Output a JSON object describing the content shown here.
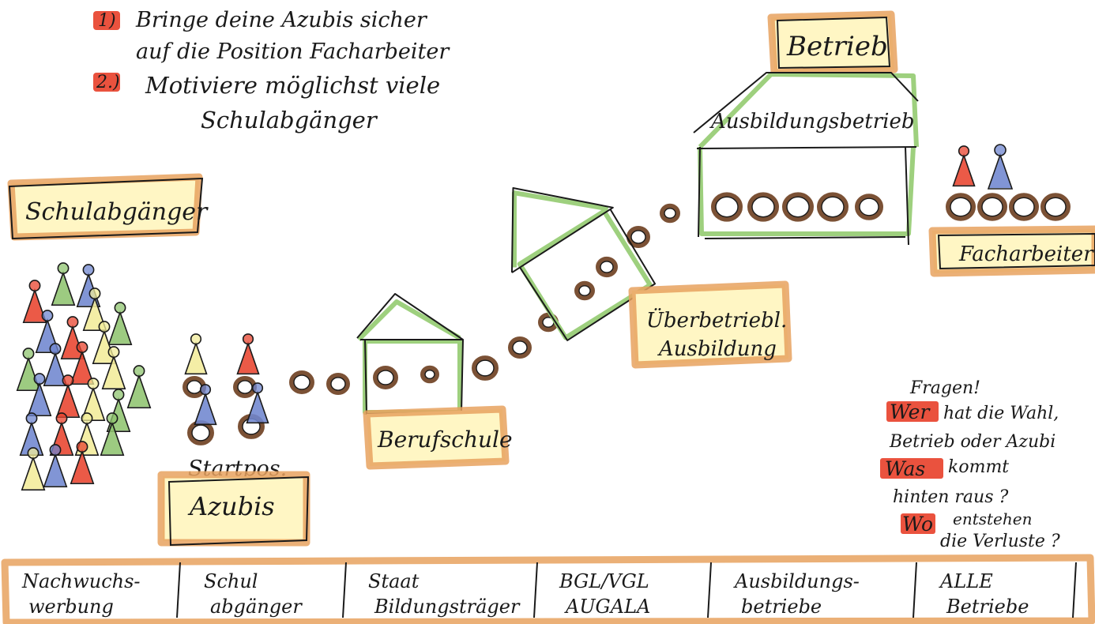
{
  "tasks": {
    "task1_number": "1)",
    "task1_line1": "Bringe deine Azubis sicher",
    "task1_line2": "auf die Position Facharbeiter",
    "task2_number": "2.)",
    "task2_line1": "Motiviere möglichst viele",
    "task2_line2": "Schulabgänger"
  },
  "labels": {
    "schulabgaenger": "Schulabgänger",
    "startpos": "Startpos.",
    "azubis": "Azubis",
    "berufschule": "Berufschule",
    "ueberbetriebl_line1": "Überbetriebl.",
    "ueberbetriebl_line2": "Ausbildung",
    "betrieb": "Betrieb",
    "ausbildungsbetrieb": "Ausbildungsbetrieb",
    "facharbeiter": "Facharbeiter"
  },
  "questions": {
    "title": "Fragen!",
    "q1_highlight": "Wer",
    "q1_rest": "hat die Wahl,",
    "q1_line2": "Betrieb oder Azubi",
    "q2_highlight": "Was",
    "q2_rest": "kommt",
    "q2_line2": "hinten raus ?",
    "q3_highlight": "Wo",
    "q3_rest": "entstehen",
    "q3_line2": "die Verluste ?"
  },
  "bottom_bar": [
    {
      "line1": "Nachwuchs-",
      "line2": "werbung"
    },
    {
      "line1": "Schul",
      "line2": "abgänger"
    },
    {
      "line1": "Staat",
      "line2": "Bildungsträger"
    },
    {
      "line1": "BGL/VGL",
      "line2": "AUGALA"
    },
    {
      "line1": "Ausbildungs-",
      "line2": "betriebe"
    },
    {
      "line1": "ALLE",
      "line2": "Betriebe"
    }
  ],
  "colors": {
    "marker_orange": "#e7a25f",
    "marker_yellow": "#fff6c4",
    "marker_green": "#9ed07e",
    "coin_brown": "#7b5135",
    "figure_red": "#e8432e",
    "figure_blue": "#6f86cf",
    "figure_green": "#8fc46f",
    "figure_yellow": "#f2ec9a"
  }
}
